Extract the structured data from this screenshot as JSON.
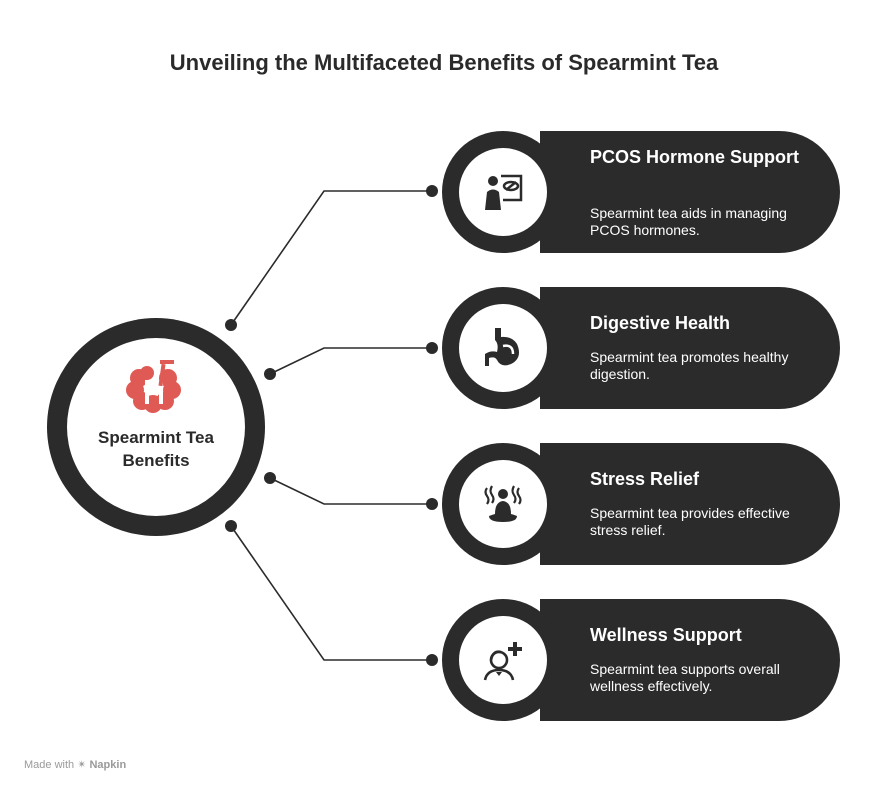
{
  "title": "Unveiling the Multifaceted Benefits of Spearmint Tea",
  "hub": {
    "label": "Spearmint Tea Benefits",
    "icon": "brain-drink-icon",
    "accent": "#e05a55"
  },
  "cards": [
    {
      "title": "PCOS Hormone Support",
      "description": "Spearmint tea aids in managing PCOS hormones.",
      "icon": "doctor-eye-chart-icon"
    },
    {
      "title": "Digestive Health",
      "description": "Spearmint tea promotes healthy digestion.",
      "icon": "stomach-icon"
    },
    {
      "title": "Stress Relief",
      "description": "Spearmint tea provides effective stress relief.",
      "icon": "meditation-icon"
    },
    {
      "title": "Wellness Support",
      "description": "Spearmint tea supports overall wellness effectively.",
      "icon": "person-plus-icon"
    }
  ],
  "footer": {
    "prefix": "Made with",
    "brand": "Napkin"
  },
  "colors": {
    "dark": "#2b2b2b",
    "text": "#2a2a2a",
    "footer": "#9a9a9a"
  }
}
